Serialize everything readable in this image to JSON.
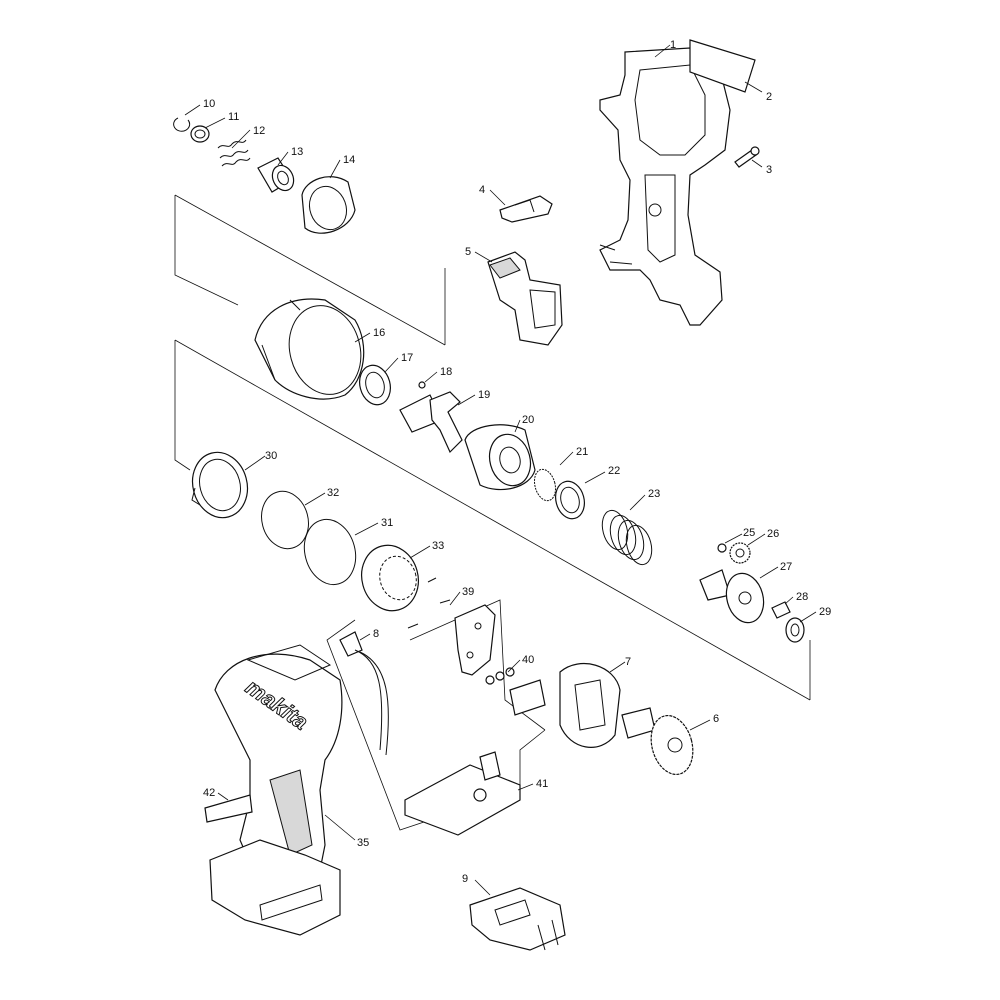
{
  "brand": "makita",
  "parts": [
    {
      "id": "p1",
      "label": "1"
    },
    {
      "id": "p2",
      "label": "2"
    },
    {
      "id": "p3",
      "label": "3"
    },
    {
      "id": "p4",
      "label": "4"
    },
    {
      "id": "p5",
      "label": "5"
    },
    {
      "id": "p6",
      "label": "6"
    },
    {
      "id": "p7",
      "label": "7"
    },
    {
      "id": "p8",
      "label": "8"
    },
    {
      "id": "p9",
      "label": "9"
    },
    {
      "id": "p10",
      "label": "10"
    },
    {
      "id": "p11",
      "label": "11"
    },
    {
      "id": "p12",
      "label": "12"
    },
    {
      "id": "p13",
      "label": "13"
    },
    {
      "id": "p14",
      "label": "14"
    },
    {
      "id": "p16",
      "label": "16"
    },
    {
      "id": "p17",
      "label": "17"
    },
    {
      "id": "p18",
      "label": "18"
    },
    {
      "id": "p19",
      "label": "19"
    },
    {
      "id": "p20",
      "label": "20"
    },
    {
      "id": "p21",
      "label": "21"
    },
    {
      "id": "p22",
      "label": "22"
    },
    {
      "id": "p23",
      "label": "23"
    },
    {
      "id": "p25",
      "label": "25"
    },
    {
      "id": "p26",
      "label": "26"
    },
    {
      "id": "p27",
      "label": "27"
    },
    {
      "id": "p28",
      "label": "28"
    },
    {
      "id": "p29",
      "label": "29"
    },
    {
      "id": "p30",
      "label": "30"
    },
    {
      "id": "p31",
      "label": "31"
    },
    {
      "id": "p32",
      "label": "32"
    },
    {
      "id": "p33",
      "label": "33"
    },
    {
      "id": "p35",
      "label": "35"
    },
    {
      "id": "p39",
      "label": "39"
    },
    {
      "id": "p40",
      "label": "40"
    },
    {
      "id": "p41",
      "label": "41"
    },
    {
      "id": "p42",
      "label": "42"
    }
  ]
}
